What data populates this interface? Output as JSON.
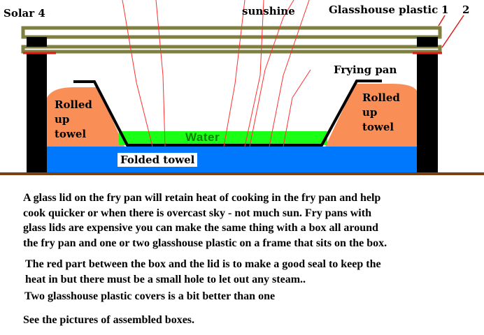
{
  "diagram": {
    "title": "Solar 4",
    "sunshine_label": "sunshine",
    "glasshouse_label": "Glasshouse plastic",
    "layer_1_label": "1",
    "layer_2_label": "2",
    "frying_pan_label": "Frying pan",
    "left_towel_label": "Rolled\nup\ntowel",
    "right_towel_label": "Rolled\nup\ntowel",
    "water_label": "Water",
    "folded_towel_label": "Folded towel",
    "colors": {
      "towel_orange": "#f98f57",
      "water_green": "#1bff16",
      "folded_towel_blue": "#0078fd",
      "plastic_olive": "#7f7f3f",
      "seal_red": "#e11a1a",
      "sun_ray_red": "#ff3030",
      "ground_brown": "#7b4112",
      "box_black": "#000000"
    }
  },
  "text": {
    "paragraph_1": [
      "A glass lid on the fry pan will retain heat of cooking in the fry pan and help",
      "cook quicker or when there is overcast sky - not much sun. Fry pans with",
      "glass lids are expensive you can make the same thing with a box all around",
      "the fry pan and one or two glasshouse plastic on a frame that sits on the box."
    ],
    "paragraph_2": [
      "The red part between the box and the lid is to make a good seal to keep the",
      "heat in but there must be a small hole to let out any steam.."
    ],
    "paragraph_3": "Two glasshouse plastic covers is a bit better than one",
    "paragraph_4": "See the pictures of assembled boxes."
  }
}
